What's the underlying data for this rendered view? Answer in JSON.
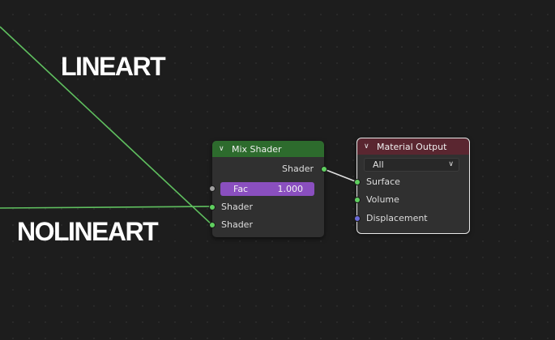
{
  "overlay": {
    "lineart_label": "LINEART",
    "nolineart_label": "NOLINEART"
  },
  "mix_shader": {
    "title": "Mix Shader",
    "collapse_icon": "chevron-down-icon",
    "output_shader": "Shader",
    "fac_label": "Fac",
    "fac_value": "1.000",
    "input_shader_1": "Shader",
    "input_shader_2": "Shader"
  },
  "material_output": {
    "title": "Material Output",
    "collapse_icon": "chevron-down-icon",
    "target": "All",
    "inputs": [
      "Surface",
      "Volume",
      "Displacement"
    ]
  },
  "colors": {
    "background": "#1d1d1d",
    "node_body": "#303030",
    "mix_header": "#2d6b2d",
    "output_header": "#5a2630",
    "shader_socket": "#5fcf5f",
    "float_socket": "#a0a0a0",
    "vector_socket": "#6b6bd9",
    "fac_field": "#8a4fbf",
    "wire": "#5fbf5f"
  }
}
